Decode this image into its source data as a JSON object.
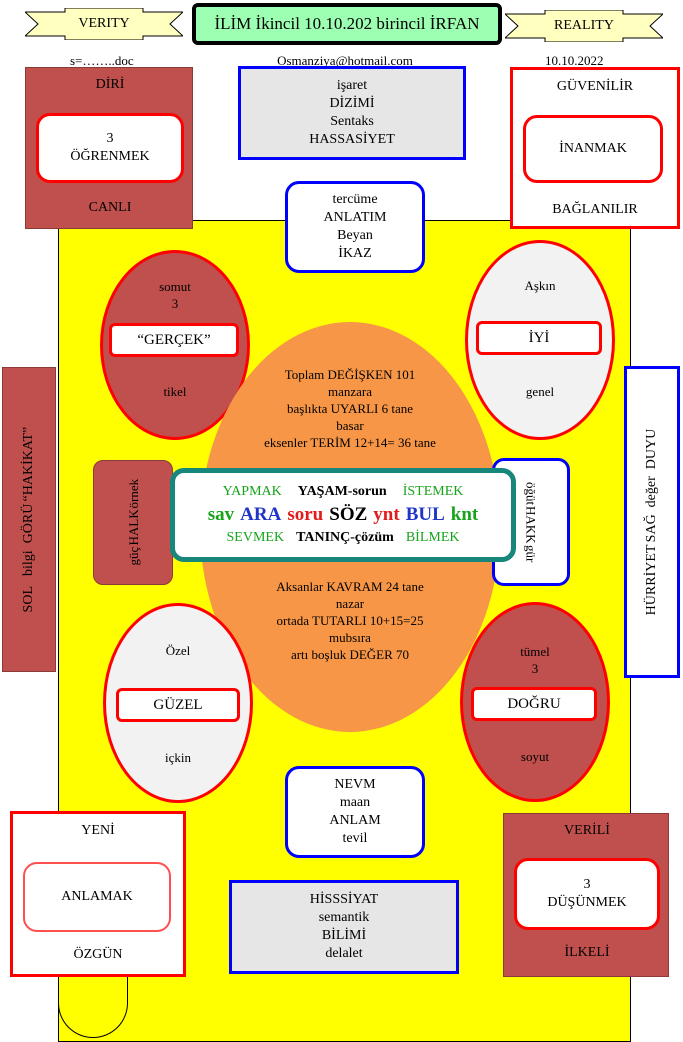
{
  "header": {
    "left_ribbon": "VERITY",
    "title": "İLİM İkincil 10.10.202 birincil İRFAN",
    "right_ribbon": "REALITY",
    "filename": "s=……..doc",
    "email": "Osmanziya@hotmail.com",
    "date": "10.10.2022"
  },
  "corners": {
    "top_left": {
      "top": "DİRİ",
      "inner": [
        "3",
        "ÖĞRENMEK"
      ],
      "bottom": "CANLI"
    },
    "top_right": {
      "top": "GÜVENİLİR",
      "inner": [
        "İNANMAK"
      ],
      "bottom": "BAĞLANILIR"
    },
    "bottom_left": {
      "top": "YENİ",
      "inner": [
        "ANLAMAK"
      ],
      "bottom": "ÖZGÜN"
    },
    "bottom_right": {
      "top": "VERİLİ",
      "inner": [
        "3",
        "DÜŞÜNMEK"
      ],
      "bottom": "İLKELİ"
    }
  },
  "blocks": {
    "top_gray": [
      "işaret",
      "DİZİMİ",
      "Sentaks",
      "HASSASİYET"
    ],
    "top_blue": [
      "tercüme",
      "ANLATIM",
      "Beyan",
      "İKAZ"
    ],
    "bottom_blue": [
      "NEVM",
      "maan",
      "ANLAM",
      "tevil"
    ],
    "bottom_gray": [
      "HİSSSİYAT",
      "semantik",
      "BİLİMİ",
      "delalet"
    ]
  },
  "ellipses": {
    "upper_left": {
      "top": [
        "somut",
        "3"
      ],
      "label": "“GERÇEK”",
      "bottom": "tikel"
    },
    "upper_right": {
      "top": [
        "Aşkın"
      ],
      "label": "İYİ",
      "bottom": "genel"
    },
    "lower_left": {
      "top": [
        "Özel"
      ],
      "label": "GÜZEL",
      "bottom": "içkin"
    },
    "lower_right": {
      "top": [
        "tümel",
        "3"
      ],
      "label": "DOĞRU",
      "bottom": "soyut"
    }
  },
  "side_boxes": {
    "left_outer": {
      "line1": "SOL   bilgi  GÖRÜ",
      "line2": "“HAKİKAT”"
    },
    "left_inner": {
      "line1": "güç",
      "line2": "HALK",
      "line3": "örnek"
    },
    "right_inner": {
      "line1": "öğüt",
      "line2": "HAKK",
      "line3": "gür"
    },
    "right_outer": {
      "line1": "HÜRRİYET",
      "line2": "SAĞ  değer  DUYU"
    }
  },
  "orange": {
    "upper": [
      "Toplam DEĞİŞKEN 101",
      "manzara",
      "başlıkta UYARLI 6 tane",
      "basar",
      "eksenler TERİM 12+14= 36 tane"
    ],
    "lower": [
      "Aksanlar KAVRAM 24 tane",
      "nazar",
      "ortada TUTARLI 10+15=25",
      "mubsıra",
      "artı boşluk DEĞER 70"
    ]
  },
  "center": {
    "row1": [
      "YAPMAK",
      "YAŞAM-sorun",
      "İSTEMEK"
    ],
    "row2": [
      "sav",
      "ARA",
      "soru",
      "SÖZ",
      "ynt",
      "BUL",
      "knt"
    ],
    "row3": [
      "SEVMEK",
      "TANINÇ-çözüm",
      "BİLMEK"
    ]
  },
  "colors": {
    "yellow": "#ffff00",
    "orange": "#f79646",
    "brown": "#c0504d",
    "teal": "#17867b",
    "blue": "#0000ff",
    "red": "#ff0000",
    "title_green": "#9cffb1"
  }
}
